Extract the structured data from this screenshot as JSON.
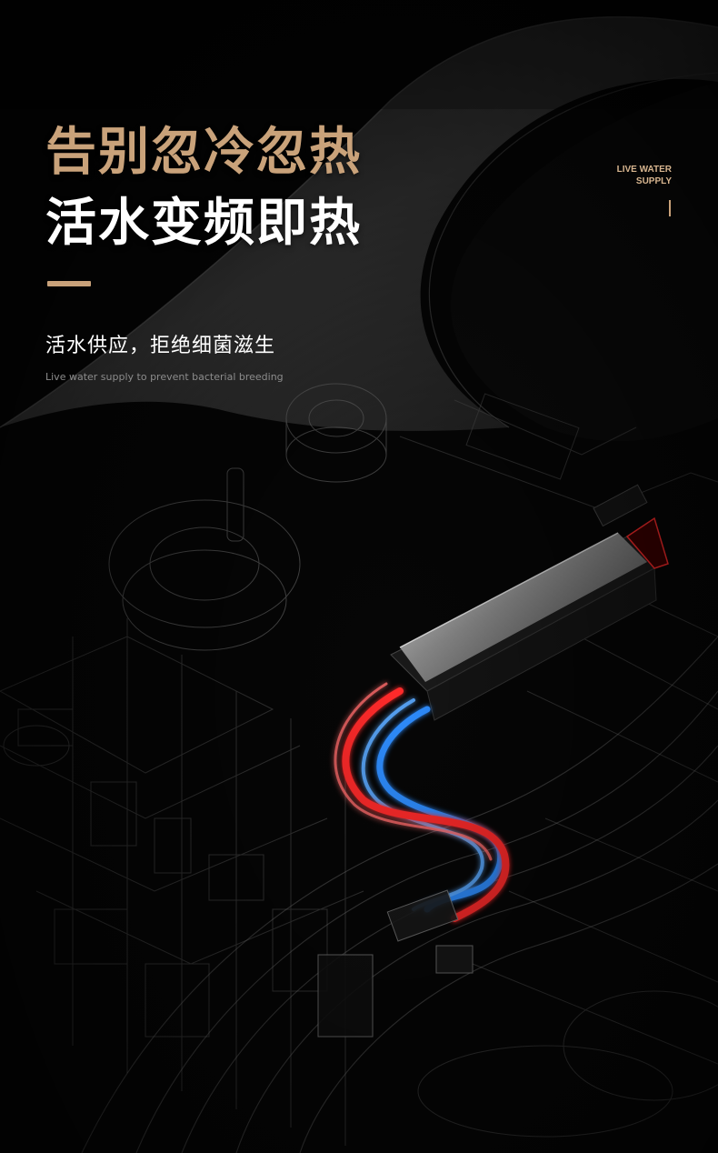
{
  "headline": {
    "line1": "告别忽冷忽热",
    "line2": "活水变频即热"
  },
  "subtitle": {
    "cn": "活水供应，拒绝细菌滋生",
    "en": "Live water supply to prevent bacterial breeding"
  },
  "side_label": {
    "line1": "LIVE WATER",
    "line2": "SUPPLY"
  },
  "colors": {
    "background": "#060606",
    "accent_gold": "#c9a27a",
    "headline_white": "#ffffff",
    "hot_pipe": "#ff2a2a",
    "cold_pipe": "#2f8dff"
  },
  "illustration": {
    "subject": "x-ray-water-heating-module",
    "icons": [
      "heater-bar",
      "hot-water-pipe",
      "cold-water-pipe",
      "toilet-seat-shell"
    ]
  }
}
